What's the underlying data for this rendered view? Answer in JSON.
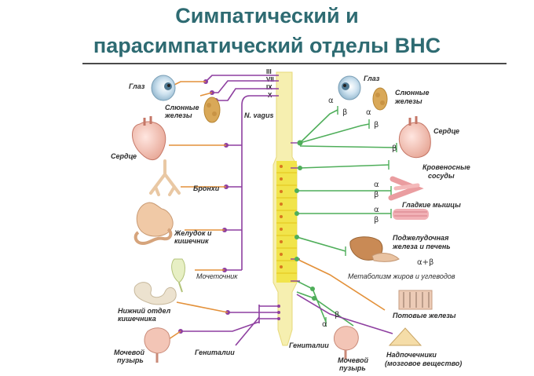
{
  "title": {
    "line1": "Симпатический и",
    "line2": "парасимпатический отделы ВНС"
  },
  "cranial_nerves": [
    "III",
    "VII",
    "IX",
    "X"
  ],
  "vagus_label": "N. vagus",
  "parasympathetic_organs": {
    "eye": "Глаз",
    "salivary": "Слюнные железы",
    "heart": "Сердце",
    "bronchi": "Бронхи",
    "stomach_l1": "Желудок и",
    "stomach_l2": "кишечник",
    "bladder_top": "Мочеточник",
    "lower_bowel_l1": "Нижний отдел",
    "lower_bowel_l2": "кишечника",
    "bladder_l1": "Мочевой",
    "bladder_l2": "пузырь",
    "genitals": "Гениталии"
  },
  "sympathetic_organs": {
    "eye": "Глаз",
    "salivary_l1": "Слюнные",
    "salivary_l2": "железы",
    "heart": "Сердце",
    "vessels_l1": "Кровеносные",
    "vessels_l2": "сосуды",
    "smooth_muscle": "Гладкие мышцы",
    "pancreas_l1": "Поджелудочная",
    "pancreas_l2": "железа и печень",
    "metabolism": "Метаболизм жиров и углеводов",
    "sweat": "Потовые железы",
    "genitals": "Гениталии",
    "bladder_l1": "Мочевой",
    "bladder_l2": "пузырь",
    "adrenal_l1": "Надпочечники",
    "adrenal_l2": "(мозговое вещество)"
  },
  "receptors": {
    "alpha": "α",
    "beta": "β",
    "alpha_beta": "α+β"
  },
  "colors": {
    "title": "#2e6b72",
    "parasympathetic": "#8e3fa0",
    "sympathetic": "#4fae5a",
    "orange": "#e3913a",
    "spinal_cord": "#f6efb0",
    "ganglia": "#f0e23a"
  }
}
